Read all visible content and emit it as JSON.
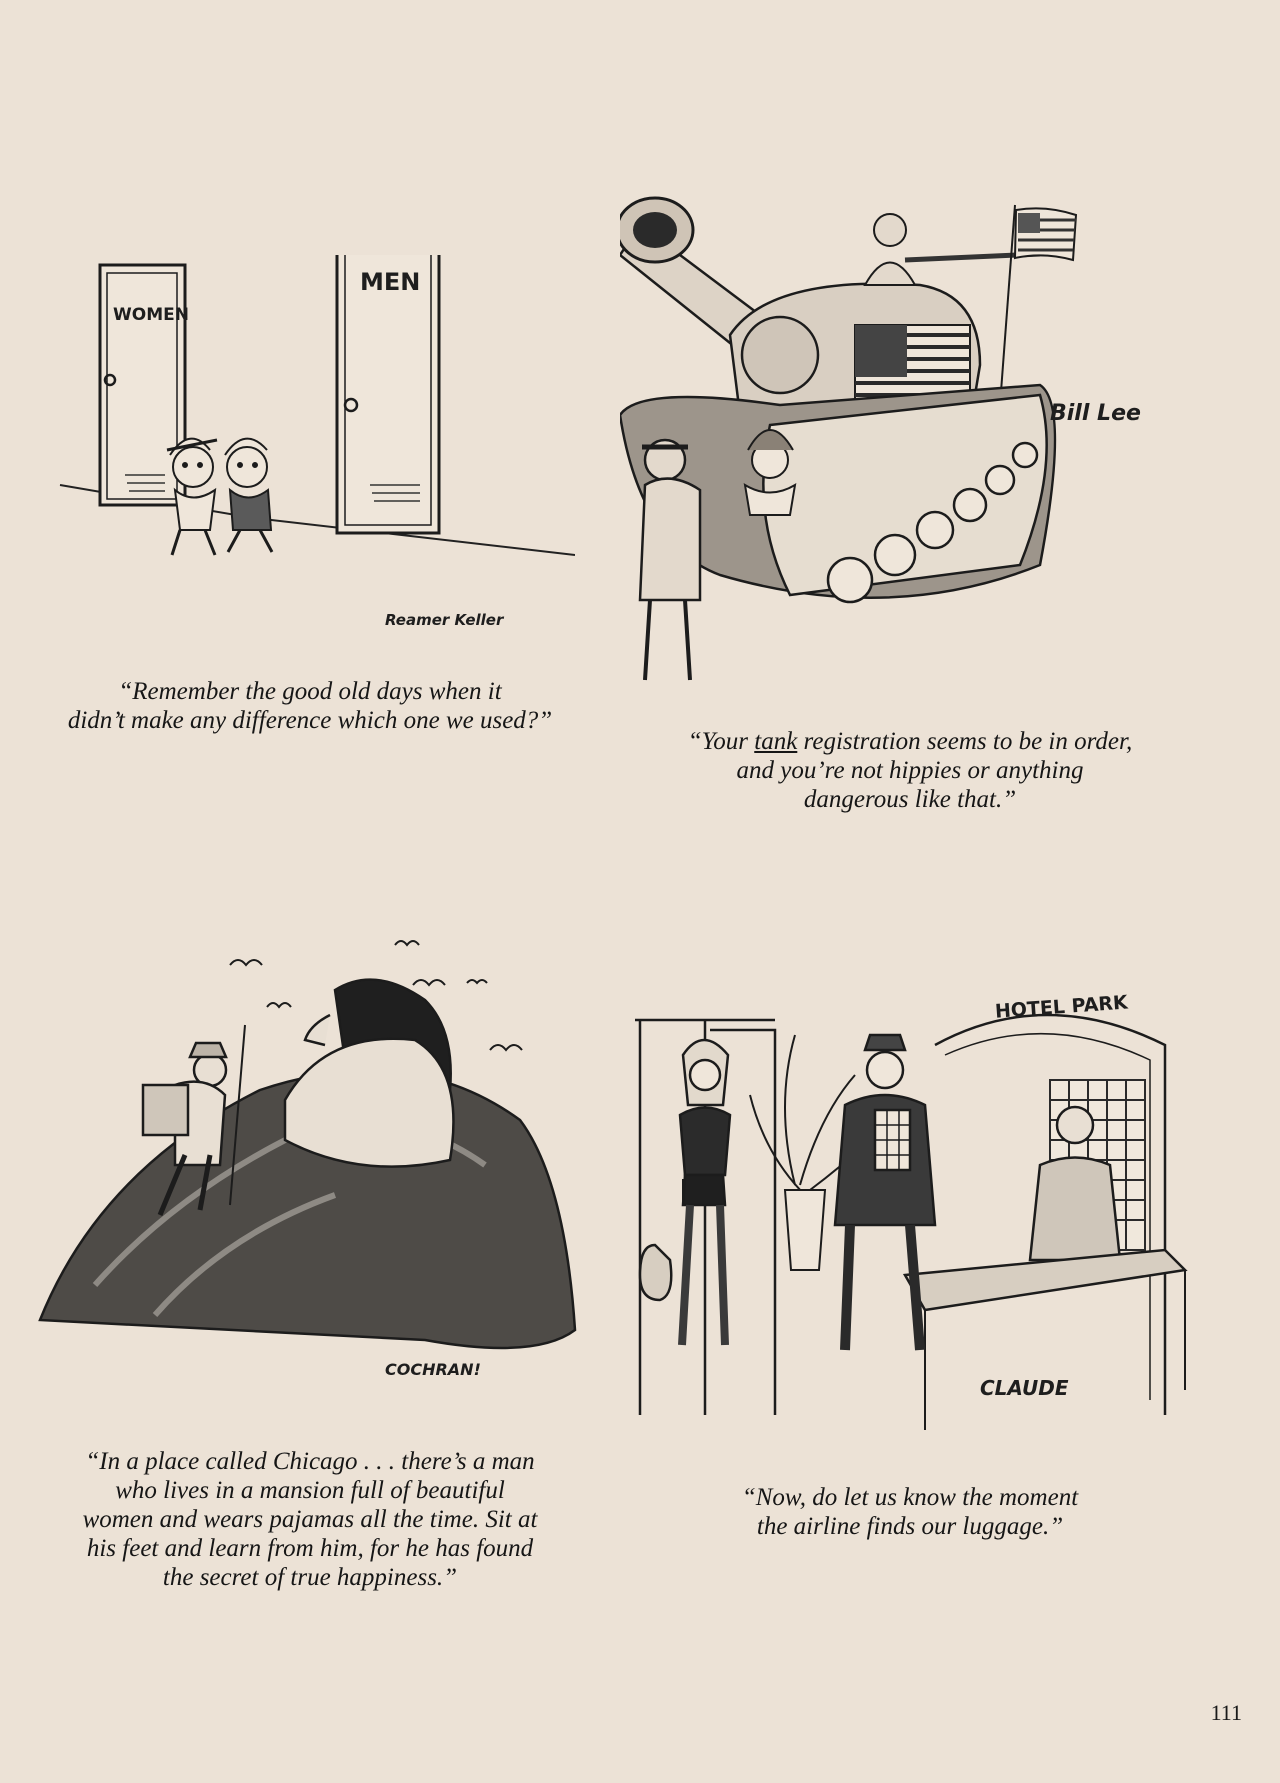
{
  "cartoons": {
    "restroom": {
      "sign_women": "WOMEN",
      "sign_men": "MEN",
      "signature": "Reamer Keller",
      "caption": {
        "lines": [
          "“Remember the good old days when it",
          "didn’t make any difference which one we used?”"
        ]
      }
    },
    "tank": {
      "signature": "Bill Lee",
      "caption": {
        "line1_before": "“Your ",
        "line1_underlined": "tank",
        "line1_after": " registration seems to be in order,",
        "line2": "and you’re not hippies or anything",
        "line3": "dangerous like that.”"
      }
    },
    "mountain": {
      "signature": "COCHRAN!",
      "caption": {
        "lines": [
          "“In a place called Chicago . . . there’s a man",
          "who lives in a mansion full of beautiful",
          "women and wears pajamas all the time. Sit at",
          "his feet and learn from him, for he has found",
          "the secret of true happiness.”"
        ]
      }
    },
    "hotel": {
      "sign": "HOTEL PARK",
      "signature": "CLAUDE",
      "caption": {
        "lines": [
          "“Now, do let us know the moment",
          "the airline finds our luggage.”"
        ]
      }
    }
  },
  "page_number": "111"
}
